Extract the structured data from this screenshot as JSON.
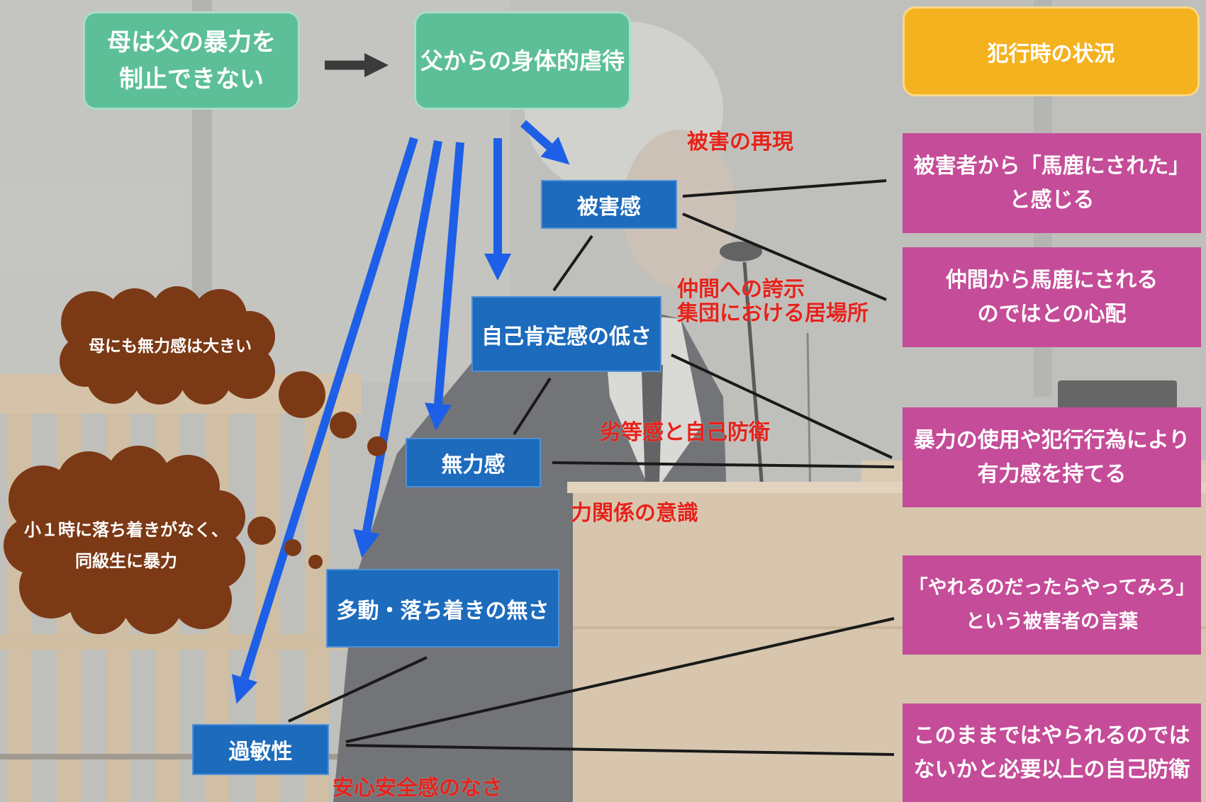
{
  "colors": {
    "cause_box": "#5cbf98",
    "situation_header": "#f4b21f",
    "situation_box": "#c54c98",
    "trait_box": "#1d6bbd",
    "influence_arrow": "#1d5fe6",
    "annotation_text": "#e5231b",
    "episode_cloud": "#7b3915",
    "connector_line": "#1a1a1a",
    "cause_arrow": "#3b3b3b"
  },
  "causes": {
    "mother": {
      "line1": "母は父の暴力を",
      "line2": "制止できない"
    },
    "father_abuse": "父からの身体的虐待"
  },
  "situations_header": "犯行時の状況",
  "traits": {
    "victimization": "被害感",
    "low_self_esteem": "自己肯定感の低さ",
    "powerlessness": "無力感",
    "hyperactivity": "多動・落ち着きの無さ",
    "hypersensitivity": "過敏性"
  },
  "annotations": {
    "reenactment": "被害の再現",
    "peer_display": {
      "line1": "仲間への誇示",
      "line2": "集団における居場所"
    },
    "inferiority": "劣等感と自己防衛",
    "power_awareness": "力関係の意識",
    "insecurity": "安心安全感のなさ"
  },
  "episodes": {
    "mother_powerless": "母にも無力感は大きい",
    "first_grade": {
      "line1": "小１時に落ち着きがなく、",
      "line2": "同級生に暴力"
    }
  },
  "situations": [
    {
      "line1": "被害者から「馬鹿にされた」",
      "line2": "と感じる"
    },
    {
      "line1": "仲間から馬鹿にされる",
      "line2": "のではとの心配"
    },
    {
      "line1": "暴力の使用や犯行行為により",
      "line2": "有力感を持てる"
    },
    {
      "line1": "「やれるのだったらやってみろ」",
      "line2": "という被害者の言葉"
    },
    {
      "line1": "このままではやられるのでは",
      "line2": "ないかと必要以上の自己防衛"
    }
  ]
}
